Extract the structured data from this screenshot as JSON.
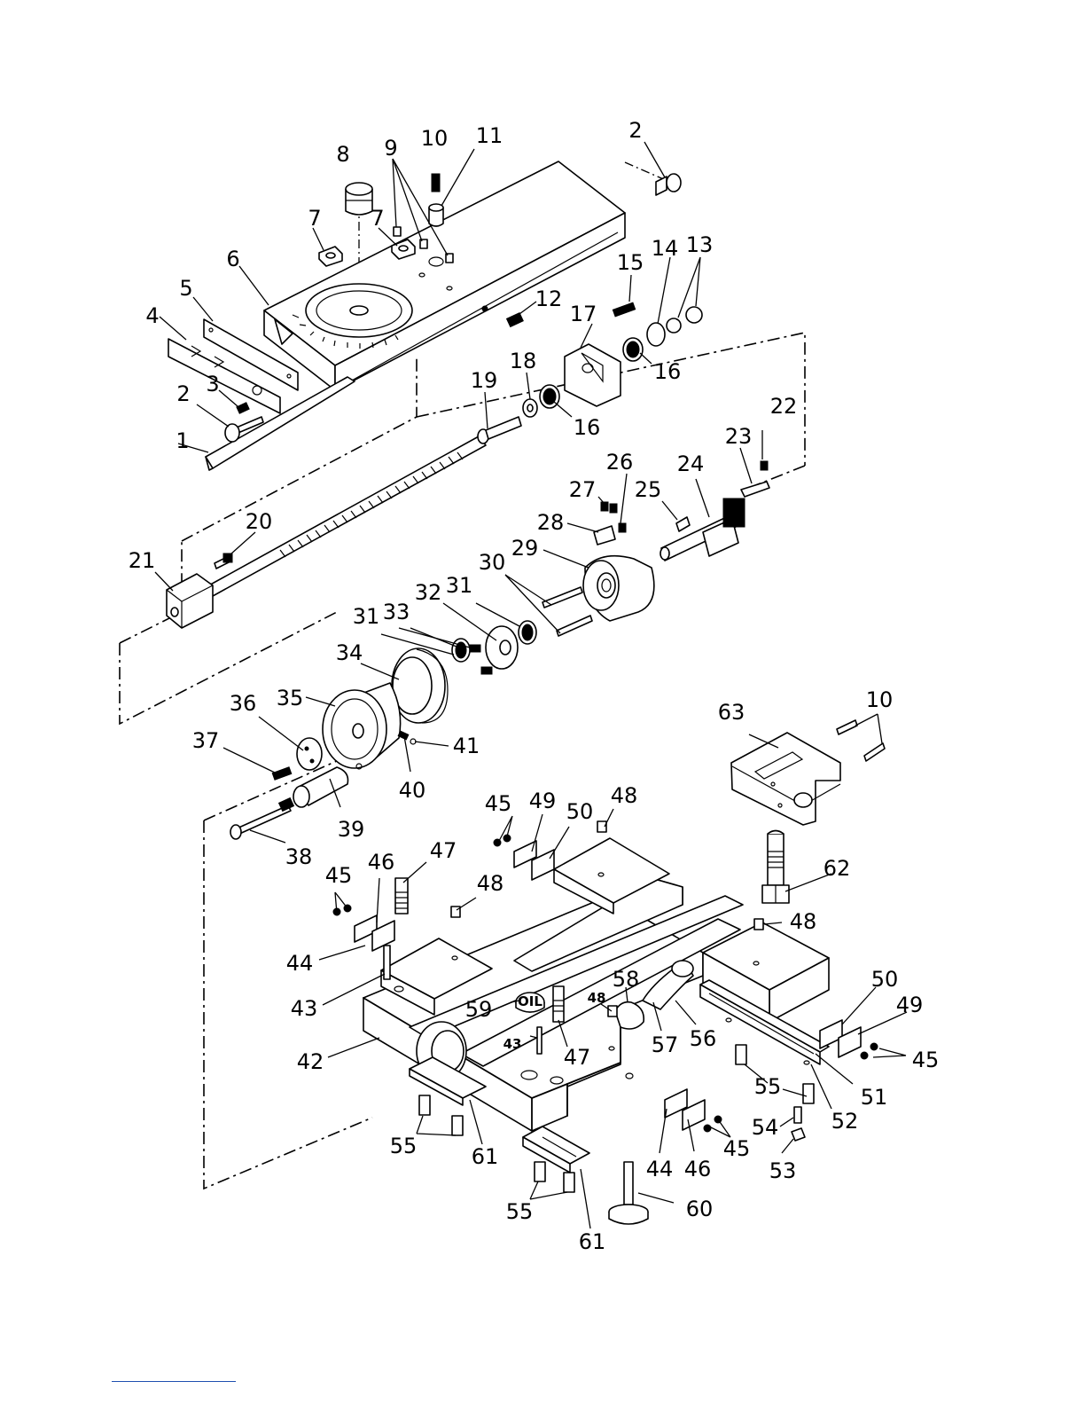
{
  "diagram": {
    "type": "exploded-parts-view",
    "oil_cap_text": "OIL",
    "callouts": [
      "1",
      "2",
      "3",
      "4",
      "5",
      "6",
      "7",
      "8",
      "9",
      "10",
      "11",
      "12",
      "13",
      "14",
      "15",
      "16",
      "17",
      "18",
      "19",
      "20",
      "21",
      "22",
      "23",
      "24",
      "25",
      "26",
      "27",
      "28",
      "29",
      "30",
      "31",
      "32",
      "33",
      "34",
      "35",
      "36",
      "37",
      "38",
      "39",
      "40",
      "41",
      "42",
      "43",
      "44",
      "45",
      "46",
      "47",
      "48",
      "49",
      "50",
      "51",
      "52",
      "53",
      "54",
      "55",
      "56",
      "57",
      "58",
      "59",
      "60",
      "61",
      "62",
      "63"
    ]
  }
}
